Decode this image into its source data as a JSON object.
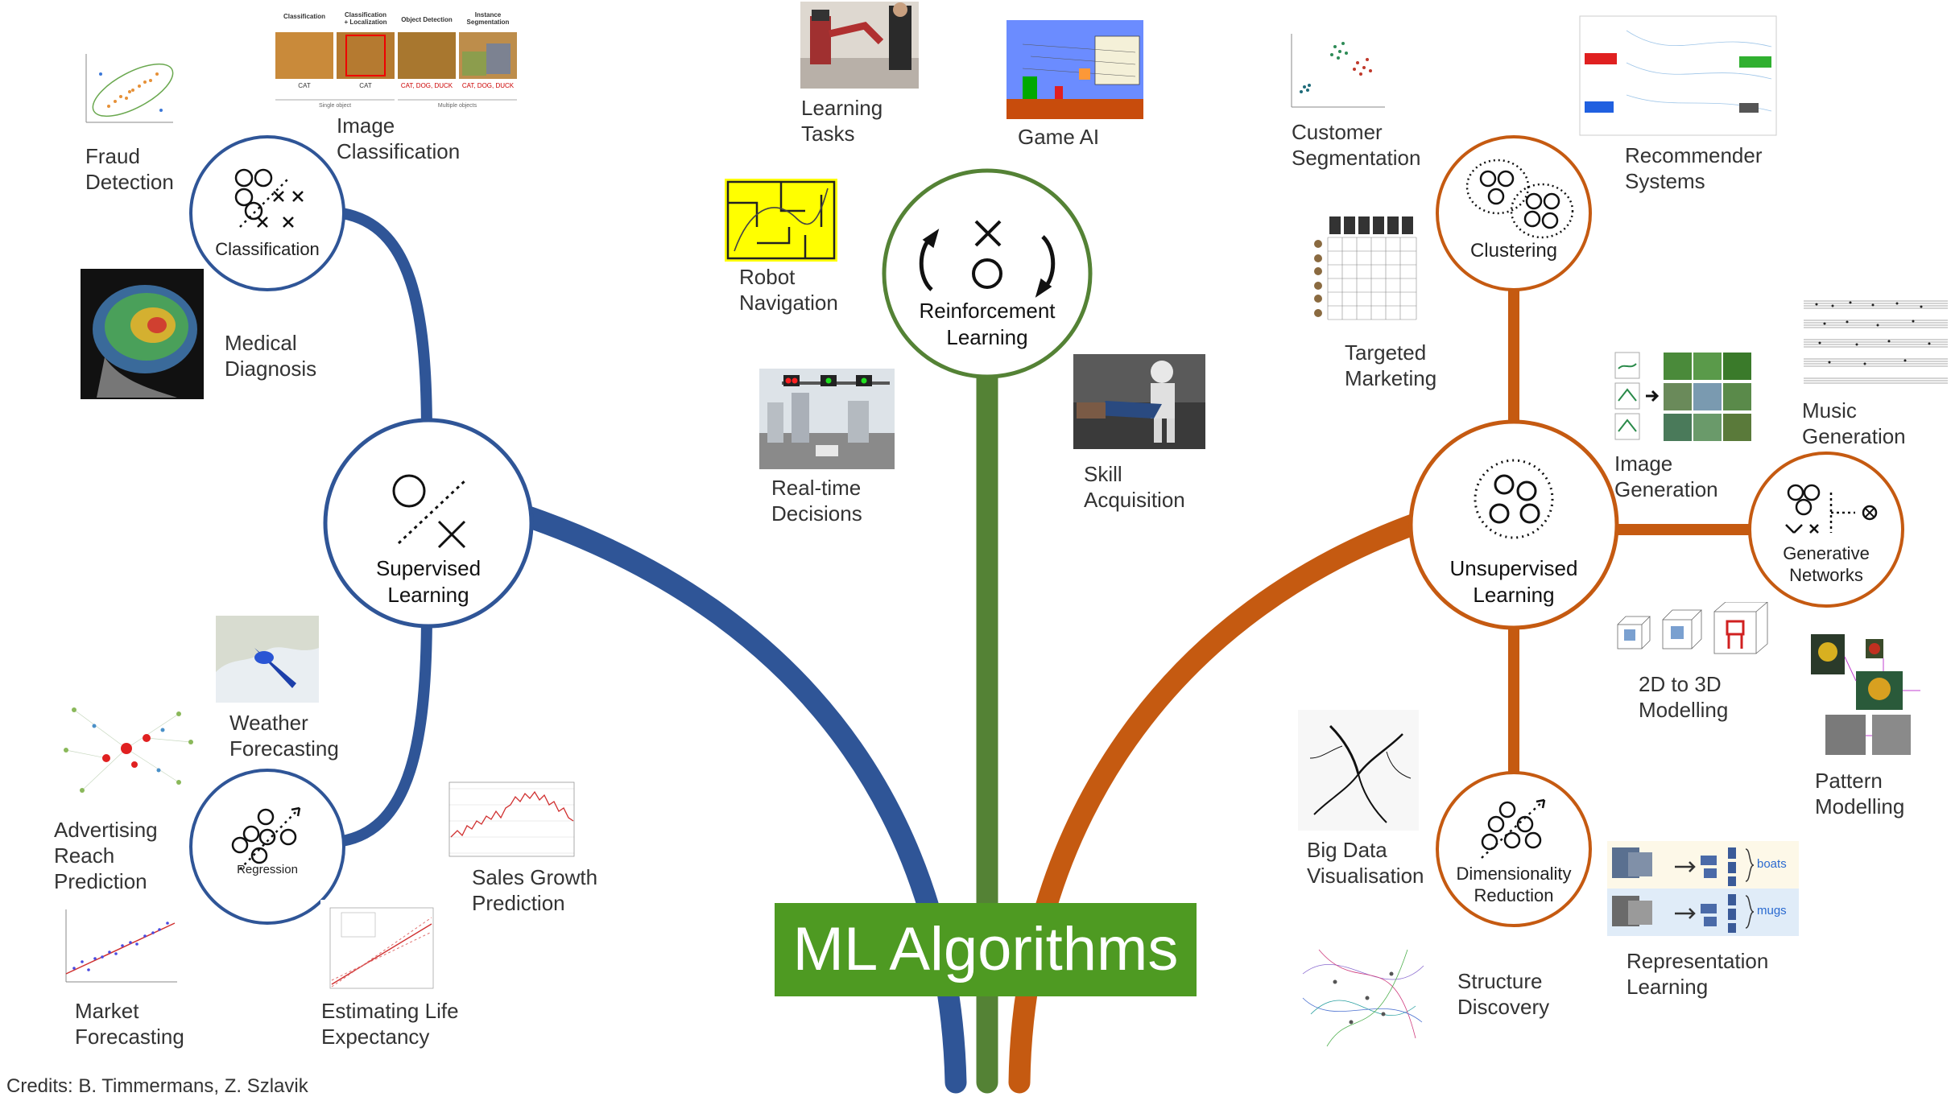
{
  "title": "ML Algorithms",
  "credits": "Credits: B. Timmermans, Z. Szlavik",
  "colors": {
    "supervised": "#2f5597",
    "reinforcement": "#548235",
    "unsupervised": "#c55a11",
    "title_bg": "#4e9a22"
  },
  "supervised": {
    "label": "Supervised\nLearning",
    "classification": {
      "label": "Classification",
      "apps": {
        "fraud": "Fraud\nDetection",
        "image": "Image\nClassification",
        "medical": "Medical\nDiagnosis"
      },
      "image_headers": [
        "Classification",
        "Classification\n+ Localization",
        "Object Detection",
        "Instance\nSegmentation"
      ],
      "image_tags": [
        "CAT",
        "CAT",
        "CAT, DOG, DUCK",
        "CAT, DOG, DUCK"
      ],
      "image_footers": [
        "Single object",
        "Multiple objects"
      ]
    },
    "regression": {
      "label": "Regression",
      "apps": {
        "weather": "Weather\nForecasting",
        "advertising": "Advertising\nReach\nPrediction",
        "sales": "Sales Growth\nPrediction",
        "market": "Market\nForecasting",
        "life": "Estimating Life\nExpectancy"
      }
    }
  },
  "reinforcement": {
    "label": "Reinforcement\nLearning",
    "apps": {
      "tasks": "Learning\nTasks",
      "game": "Game AI",
      "robot": "Robot\nNavigation",
      "realtime": "Real-time\nDecisions",
      "skill": "Skill\nAcquisition"
    }
  },
  "unsupervised": {
    "label": "Unsupervised\nLearning",
    "clustering": {
      "label": "Clustering",
      "apps": {
        "customer": "Customer\nSegmentation",
        "recommender": "Recommender\nSystems",
        "marketing": "Targeted\nMarketing"
      }
    },
    "generative": {
      "label": "Generative\nNetworks",
      "apps": {
        "music": "Music\nGeneration",
        "image": "Image\nGeneration",
        "modelling3d": "2D to 3D\nModelling",
        "pattern": "Pattern\nModelling"
      }
    },
    "dimensionality": {
      "label": "Dimensionality\nReduction",
      "apps": {
        "bigdata": "Big Data\nVisualisation",
        "structure": "Structure\nDiscovery",
        "representation": "Representation\nLearning"
      },
      "representation_tags": [
        "boats",
        "mugs"
      ]
    }
  }
}
